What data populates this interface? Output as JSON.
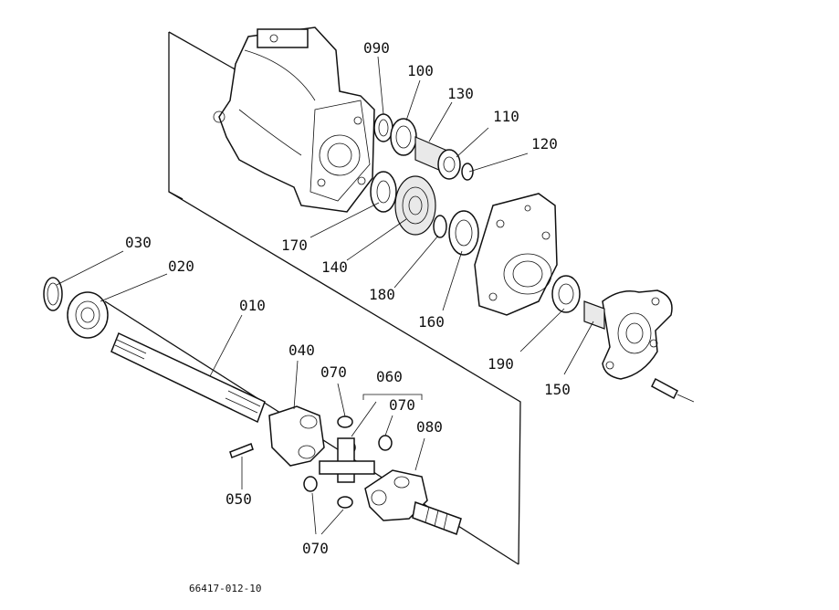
{
  "labels": {
    "p090": "090",
    "p100": "100",
    "p130": "130",
    "p110": "110",
    "p120": "120",
    "p170": "170",
    "p140": "140",
    "p180": "180",
    "p160": "160",
    "p190": "190",
    "p150": "150",
    "p030": "030",
    "p020": "020",
    "p010": "010",
    "p040": "040",
    "p070a": "070",
    "p060": "060",
    "p070b": "070",
    "p080": "080",
    "p050": "050",
    "p070c": "070"
  },
  "caption": "66417-012-10"
}
